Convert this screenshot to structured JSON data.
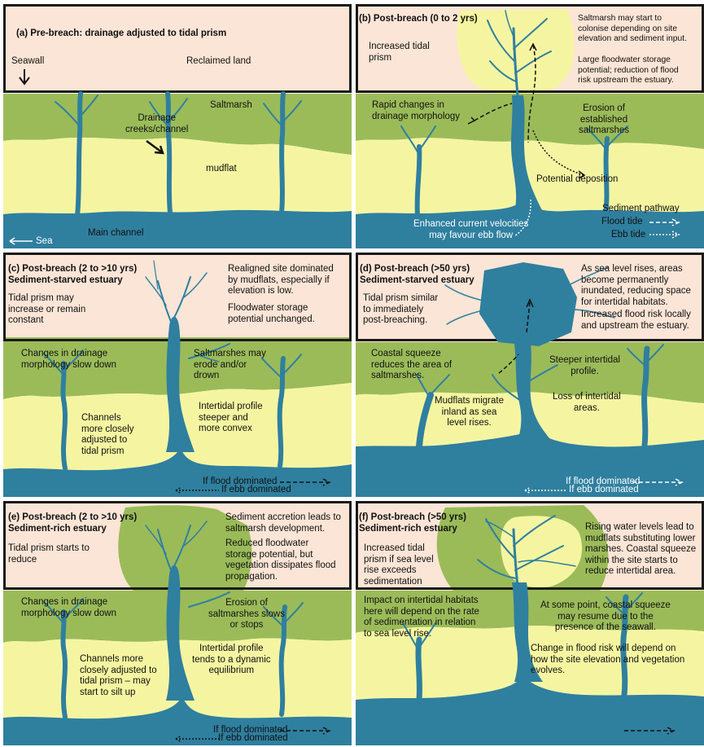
{
  "colors": {
    "marsh": "#9bbb59",
    "mudflat": "#f5f5a1",
    "water": "#2f7f9f",
    "box_fill": "#fbe5d6",
    "border": "#1a1a1a",
    "text": "#111111"
  },
  "panels": {
    "a": {
      "title": "(a) Pre-breach: drainage adjusted to tidal prism",
      "seawall": "Seawall",
      "reclaimed": "Reclaimed land",
      "saltmarsh": "Saltmarsh",
      "drainage": [
        "Drainage",
        "creeks/channel"
      ],
      "mudflat": "mudflat",
      "main_channel": "Main channel",
      "sea": "Sea"
    },
    "b": {
      "title": "(b) Post-breach (0 to 2 yrs)",
      "tidal_prism": [
        "Increased tidal",
        "prism"
      ],
      "note1": [
        "Saltmarsh may start to",
        "colonise depending on site",
        "elevation and sediment input."
      ],
      "note2": [
        "Large floodwater storage",
        "potential; reduction of flood",
        "risk upstream the estuary."
      ],
      "rapid": [
        "Rapid changes in",
        "drainage morphology"
      ],
      "erosion": [
        "Erosion of",
        "established",
        "saltmarshes"
      ],
      "deposition": "Potential deposition",
      "pathway": "Sediment pathway",
      "flood_tide": "Flood tide",
      "ebb_tide": "Ebb tide",
      "enhanced": [
        "Enhanced current velocities",
        "may favour ebb flow"
      ]
    },
    "c": {
      "title": "(c) Post-breach (2 to >10 yrs)",
      "subtitle": "Sediment-starved estuary",
      "tidal_prism": [
        "Tidal prism may",
        "increase or remain",
        "constant"
      ],
      "note1": [
        "Realigned site dominated",
        "by mudflats, especially if",
        "elevation is low."
      ],
      "note2": [
        "Floodwater storage",
        "potential unchanged."
      ],
      "changes": [
        "Changes in drainage",
        "morphology slow down"
      ],
      "saltmarsh": [
        "Saltmarshes may",
        "erode and/or",
        "drown"
      ],
      "channels": [
        "Channels",
        "more closely",
        "adjusted to",
        "tidal prism"
      ],
      "intertidal": [
        "Intertidal profile",
        "steeper and",
        "more convex"
      ],
      "flood_dom": "If flood dominated",
      "ebb_dom": "If ebb dominated"
    },
    "d": {
      "title": "(d) Post-breach (>50 yrs)",
      "subtitle": "Sediment-starved estuary",
      "tidal_prism": [
        "Tidal prism similar",
        "to immediately",
        "post-breaching."
      ],
      "note1": [
        "As sea level rises, areas",
        "become permanently",
        "inundated, reducing space",
        "for intertidal habitats."
      ],
      "note2": [
        "Increased flood risk locally",
        "and upstream the estuary."
      ],
      "coastal": [
        "Coastal squeeze",
        "reduces the area of",
        "saltmarshes."
      ],
      "steeper": [
        "Steeper intertidal",
        "profile."
      ],
      "mudflats": [
        "Mudflats migrate",
        "inland as sea",
        "level rises."
      ],
      "loss": [
        "Loss of intertidal",
        "areas."
      ],
      "flood_dom": "If flood dominated",
      "ebb_dom": "If ebb dominated"
    },
    "e": {
      "title": "(e) Post-breach (2 to >10 yrs)",
      "subtitle": "Sediment-rich estuary",
      "tidal_prism": [
        "Tidal prism starts to",
        "reduce"
      ],
      "note1": [
        "Sediment accretion leads to",
        "saltmarsh development."
      ],
      "note2": [
        "Reduced floodwater",
        "storage potential, but",
        "vegetation dissipates flood",
        "propagation."
      ],
      "changes": [
        "Changes in drainage",
        "morphology slow down"
      ],
      "erosion": [
        "Erosion of",
        "saltmarshes slows",
        "or stops"
      ],
      "channels": [
        "Channels more",
        "closely adjusted to",
        "tidal prism – may",
        "start to silt up"
      ],
      "intertidal": [
        "Intertidal profile",
        "tends to a dynamic",
        "equilibrium"
      ],
      "flood_dom": "If flood dominated",
      "ebb_dom": "If ebb dominated"
    },
    "f": {
      "title": "(f) Post-breach (>50 yrs)",
      "subtitle": "Sediment-rich estuary",
      "tidal_prism": [
        "Increased tidal",
        "prism if sea level",
        "rise exceeds",
        "sedimentation"
      ],
      "note1": [
        "Rising water levels lead to",
        "mudflats substituting lower",
        "marshes. Coastal squeeze",
        "within the site starts to",
        "reduce intertidal area."
      ],
      "impact": [
        "Impact on intertidal habitats",
        "here will depend on the rate",
        "of sedimentation in relation",
        "to sea level rise."
      ],
      "squeeze": [
        "At some point, coastal squeeze",
        "may resume due to the",
        "presence of the seawall."
      ],
      "change": [
        "Change in flood risk will depend on",
        "how the site elevation and vegetation",
        "evolves."
      ]
    }
  }
}
